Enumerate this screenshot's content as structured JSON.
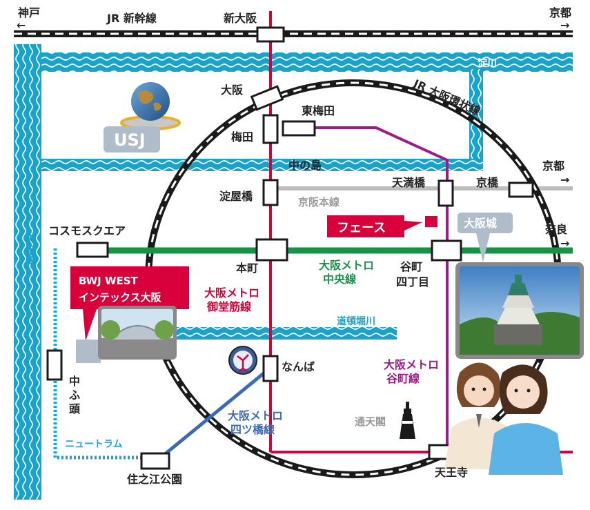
{
  "colors": {
    "river": "#1aa3c9",
    "loop": "#1a1a1a",
    "midosuji": "#d7003a",
    "chuo": "#159447",
    "tanimachi": "#9c1a8a",
    "yotsubashi": "#3a6bb5",
    "keihan": "#b9b9b9",
    "newtram": "#1aa3e0",
    "callout_red": "#d7003a",
    "callout_grey": "#aebdc9"
  },
  "labels": {
    "kobe": "神戸",
    "kyoto_top": "京都",
    "jr_shinkansen": "JR 新幹線",
    "shin_osaka": "新大阪",
    "yodogawa": "淀川",
    "usj": "USJ",
    "osaka": "大阪",
    "jr_loop": "JR 大阪環状線",
    "higashi_umeda": "東梅田",
    "umeda": "梅田",
    "nakanoshima": "中の島",
    "kyoto_right": "京都",
    "tenmabashi": "天満橋",
    "kyobashi": "京橋",
    "yodoyabashi": "淀屋橋",
    "keihan_line": "京阪本線",
    "face": "フェース",
    "osaka_castle": "大阪城",
    "cosmo_square": "コスモスクエア",
    "nara": "奈良",
    "osaka_bay": "大阪湾",
    "bwj_line1": "BWJ WEST",
    "bwj_line2": "インテックス大阪",
    "honmachi": "本町",
    "chuo_line_1": "大阪メトロ",
    "chuo_line_2": "中央線",
    "tanimachi4_1": "谷町",
    "tanimachi4_2": "四丁目",
    "midosuji_line_1": "大阪メトロ",
    "midosuji_line_2": "御堂筋線",
    "dotonbori": "道頓堀川",
    "namba": "なんば",
    "tanimachi_line_1": "大阪メトロ",
    "tanimachi_line_2": "谷町線",
    "nakafuto_1": "中",
    "nakafuto_2": "ふ",
    "nakafuto_3": "頭",
    "yotsubashi_line_1": "大阪メトロ",
    "yotsubashi_line_2": "四ツ橋線",
    "tsutenkaku": "通天閣",
    "newtram": "ニュートラム",
    "suminoe": "住之江公園",
    "tennoji": "天王寺",
    "arrow_left": "←",
    "arrow_right": "→"
  }
}
